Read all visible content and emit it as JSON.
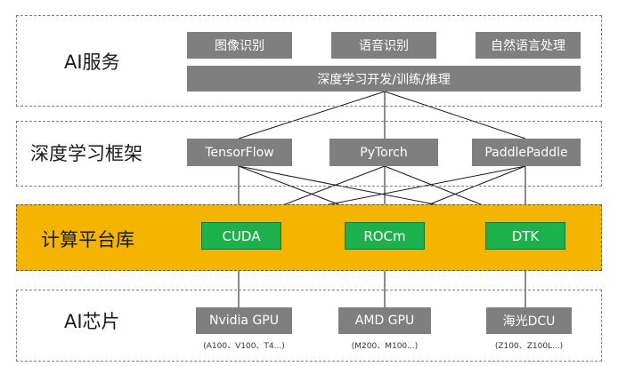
{
  "layers": {
    "ai_service": {
      "label": "AI服务",
      "items": [
        "图像识别",
        "语音识别",
        "自然语言处理"
      ],
      "base": "深度学习开发/训练/推理"
    },
    "frameworks": {
      "label": "深度学习框架",
      "items": [
        "TensorFlow",
        "PyTorch",
        "PaddlePaddle"
      ]
    },
    "platform": {
      "label": "计算平台库",
      "items": [
        "CUDA",
        "ROCm",
        "DTK"
      ]
    },
    "chips": {
      "label": "AI芯片",
      "items": [
        "Nvidia GPU",
        "AMD GPU",
        "海光DCU"
      ],
      "notes": [
        "(A100、V100、T4...)",
        "(M200、M100...)",
        "(Z100、Z100L...)"
      ]
    }
  },
  "colors": {
    "gray_box": "#7f7f7f",
    "green_box": "#1db14b",
    "platform_band": "#f5b400"
  }
}
